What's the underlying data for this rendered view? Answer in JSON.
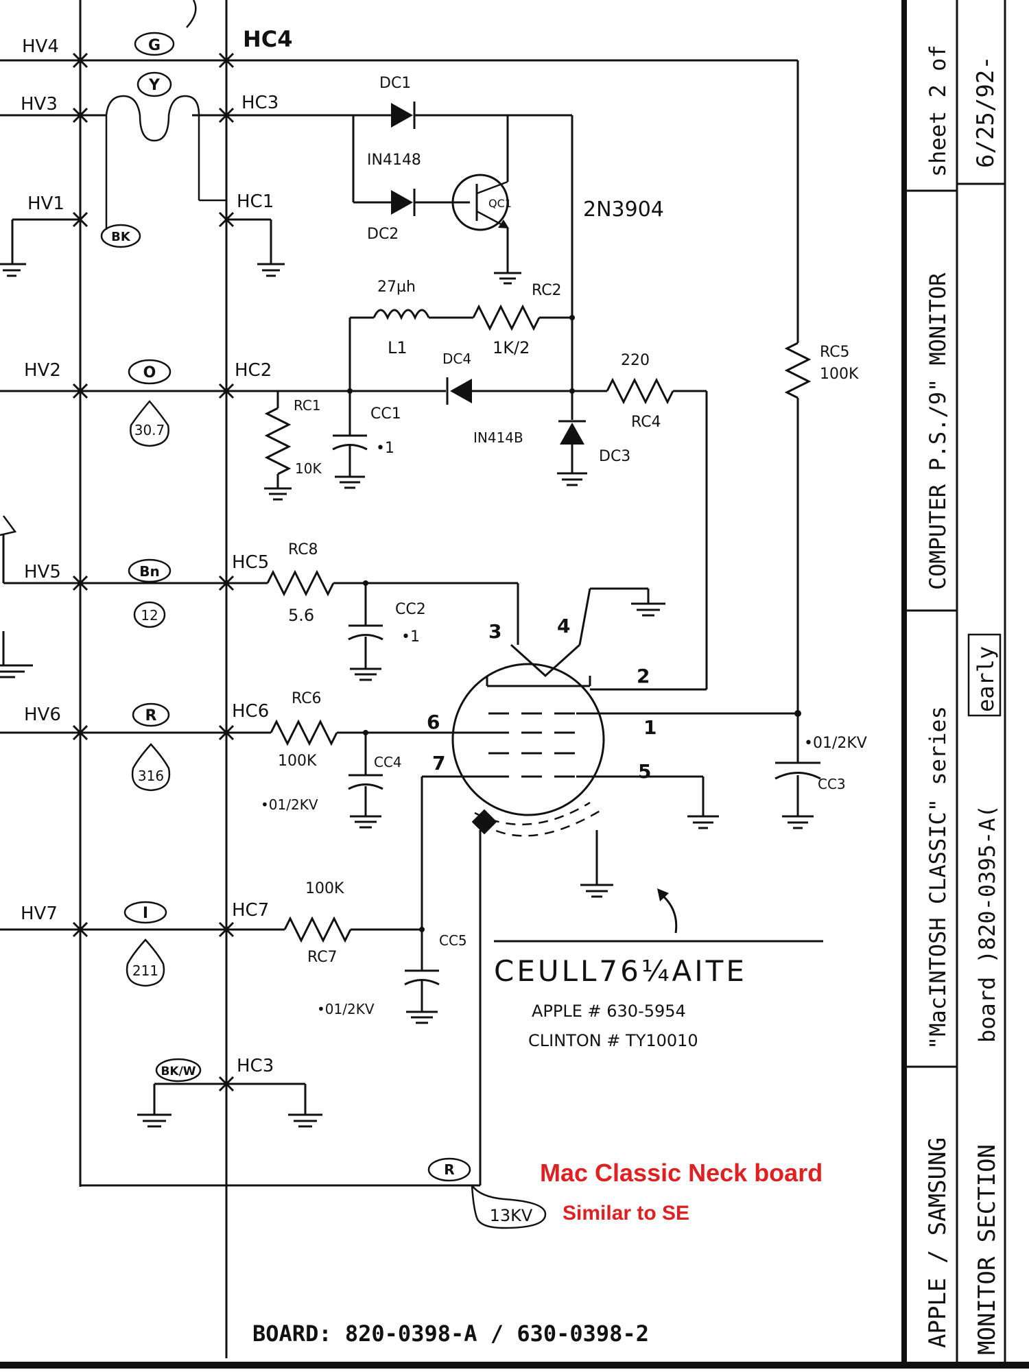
{
  "connectors": {
    "hv": [
      "HV4",
      "HV3",
      "HV1",
      "HV2",
      "HV5",
      "HV6",
      "HV7"
    ],
    "hc": [
      "HC4",
      "HC3",
      "HC1",
      "HC2",
      "HC5",
      "HC6",
      "HC7",
      "HC3"
    ]
  },
  "wire_colors": {
    "g": "G",
    "y": "Y",
    "bk": "BK",
    "o": "O",
    "bn": "Bn",
    "r": "R",
    "i": "I",
    "bkw": "BK/W",
    "r2": "R"
  },
  "voltages": {
    "o": "30.7",
    "bn": "12",
    "r": "316",
    "i": "211",
    "anode": "13KV"
  },
  "components": {
    "dc1": "DC1",
    "dc2": "DC2",
    "diode_type": "IN4148",
    "qc1": "QC1",
    "transistor": "2N3904",
    "l1_value": "27µh",
    "l1": "L1",
    "rc2": "RC2",
    "rc2_value": "1K/2",
    "dc4": "DC4",
    "dc4_type": "IN414B",
    "dc3": "DC3",
    "rc4_value": "220",
    "rc4": "RC4",
    "rc5": "RC5",
    "rc5_value": "100K",
    "rc1": "RC1",
    "rc1_value": "10K",
    "cc1": "CC1",
    "cc1_value": "•1",
    "rc8": "RC8",
    "rc8_value": "5.6",
    "cc2": "CC2",
    "cc2_value": "•1",
    "rc6": "RC6",
    "rc6_value": "100K",
    "cc4": "CC4",
    "cc4_value": "•01/2KV",
    "cc3": "CC3",
    "cc3_value": "•01/2KV",
    "rc7_value": "100K",
    "rc7": "RC7",
    "cc5": "CC5",
    "cc5_value": "•01/2KV"
  },
  "tube_pins": [
    "3",
    "4",
    "2",
    "6",
    "1",
    "7",
    "5"
  ],
  "tube": {
    "name": "CEULL76¼AITE",
    "apple": "APPLE # 630-5954",
    "clinton": "CLINTON # TY10010"
  },
  "note": {
    "line1": "Mac Classic Neck board",
    "line2": "Similar to SE"
  },
  "board": "BOARD: 820-0398-A / 630-0398-2",
  "title_block": {
    "c1": "APPLE / SAMSUNG",
    "c1b": "MONITOR SECTION",
    "c2": "\"MacINTOSH CLASSIC\" series",
    "c2b": "board )820-0395-A(",
    "early": "early",
    "c3": "COMPUTER P.S./9\" MONITOR",
    "c4": "sheet 2 of",
    "date": "6/25/92-"
  }
}
